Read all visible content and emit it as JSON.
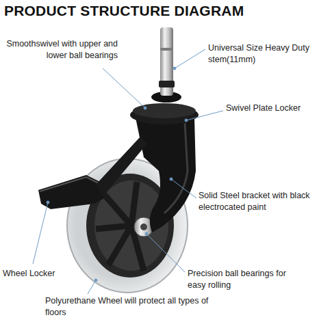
{
  "diagram": {
    "title": "PRODUCT STRUCTURE DIAGRAM",
    "labels": [
      "Smoothswivel with upper and lower ball bearings",
      "Universal Size Heavy Duty stem(11mm)",
      "Swivel Plate Locker",
      "Solid Steel bracket with black electrocated paint",
      "Wheel Locker",
      "Precision ball bearings for easy rolling",
      "Polyurethane Wheel will protect all types of floors"
    ]
  }
}
